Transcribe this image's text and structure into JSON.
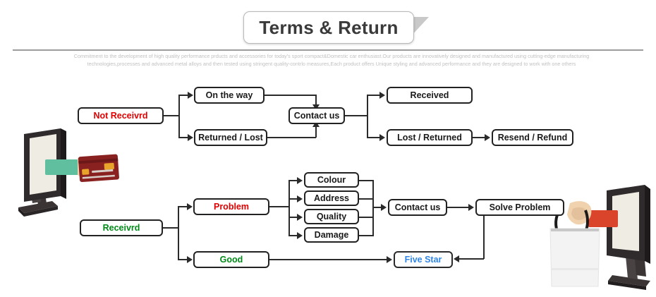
{
  "header": {
    "title": "Terms & Return",
    "flag_color": "#c9c9c9"
  },
  "intro": {
    "line1": "Commitment to the development of high quality performance prducts and accessories for today's sport compact&Domestic car enthusiast.Our products are innovatively designed and manufactured using cutting-edge manufacturing",
    "line2": "technologies,processes and advanced metal alloys and then tested using stringent quality-contrlo measures,Each  product offers Unique styling and advanced performance and they are designed to work with one others"
  },
  "colors": {
    "red": "#e00000",
    "green": "#008a17",
    "blue": "#2f86e8",
    "line": "#2b2b2b",
    "divider": "#9c9c9c",
    "card_red": "#8a2121",
    "sleeve_teal": "#5fbf9f",
    "sleeve_red": "#d9442a",
    "monitor_dark": "#2f2b2c"
  },
  "flow_top": {
    "start": "Not Receivrd",
    "branch_upper": "On the way",
    "branch_lower": "Returned / Lost",
    "contact": "Contact us",
    "result_upper": "Received",
    "result_lower": "Lost / Returned",
    "final": "Resend / Refund"
  },
  "flow_bottom": {
    "start": "Receivrd",
    "branch_upper": "Problem",
    "branch_lower": "Good",
    "issues": [
      "Colour",
      "Address",
      "Quality",
      "Damage"
    ],
    "contact": "Contact us",
    "solve": "Solve Problem",
    "rating": "Five Star"
  },
  "illustrations": {
    "left": {
      "name": "monitor-hand-credit-card",
      "monitor": "computer-monitor",
      "hand": "hand-holding-card",
      "card": "credit-card"
    },
    "right": {
      "name": "monitor-hand-shopping-bag",
      "monitor": "computer-monitor",
      "hand": "hand-holding-bag",
      "bag": "shopping-bag"
    }
  }
}
